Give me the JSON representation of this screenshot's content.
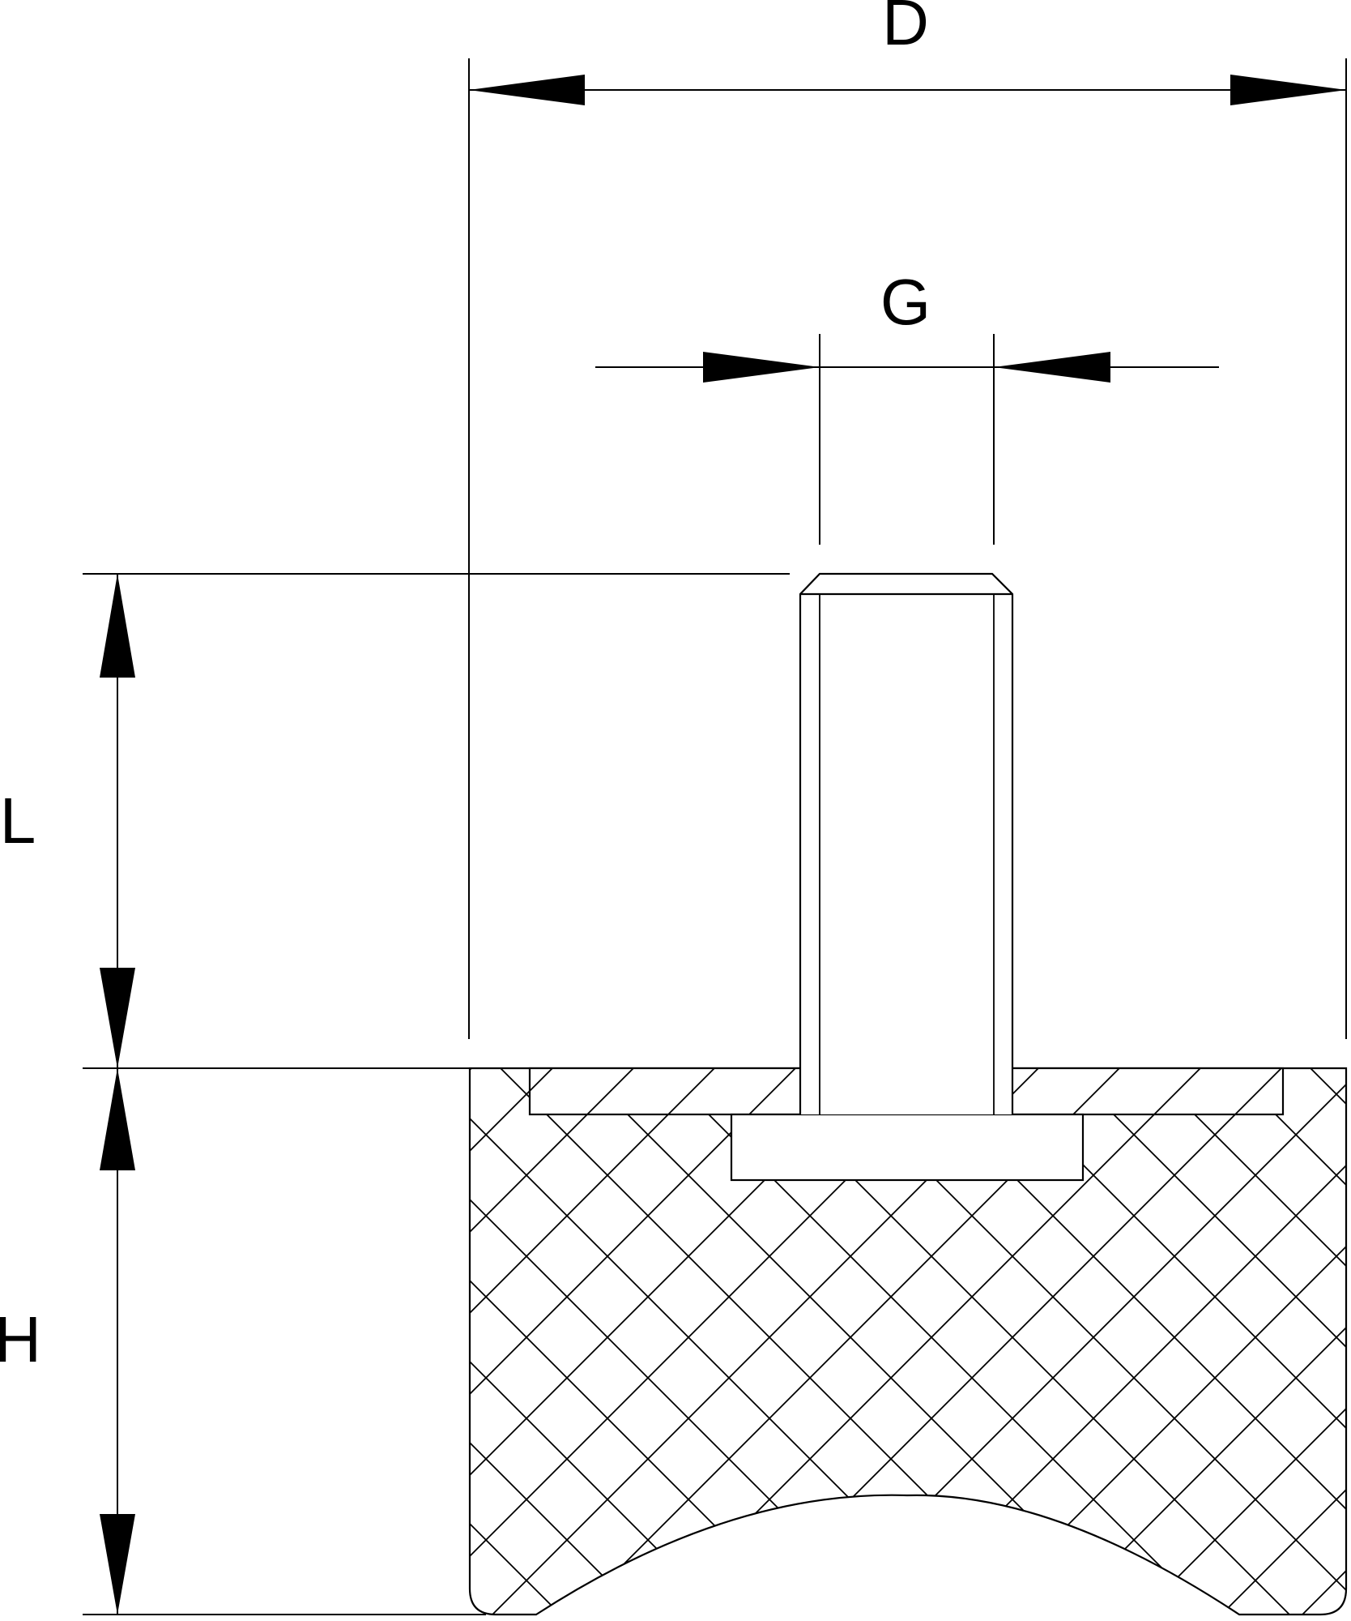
{
  "dimension_labels": {
    "outer_diameter": "D",
    "thread": "G",
    "stud_length": "L",
    "height": "H"
  }
}
